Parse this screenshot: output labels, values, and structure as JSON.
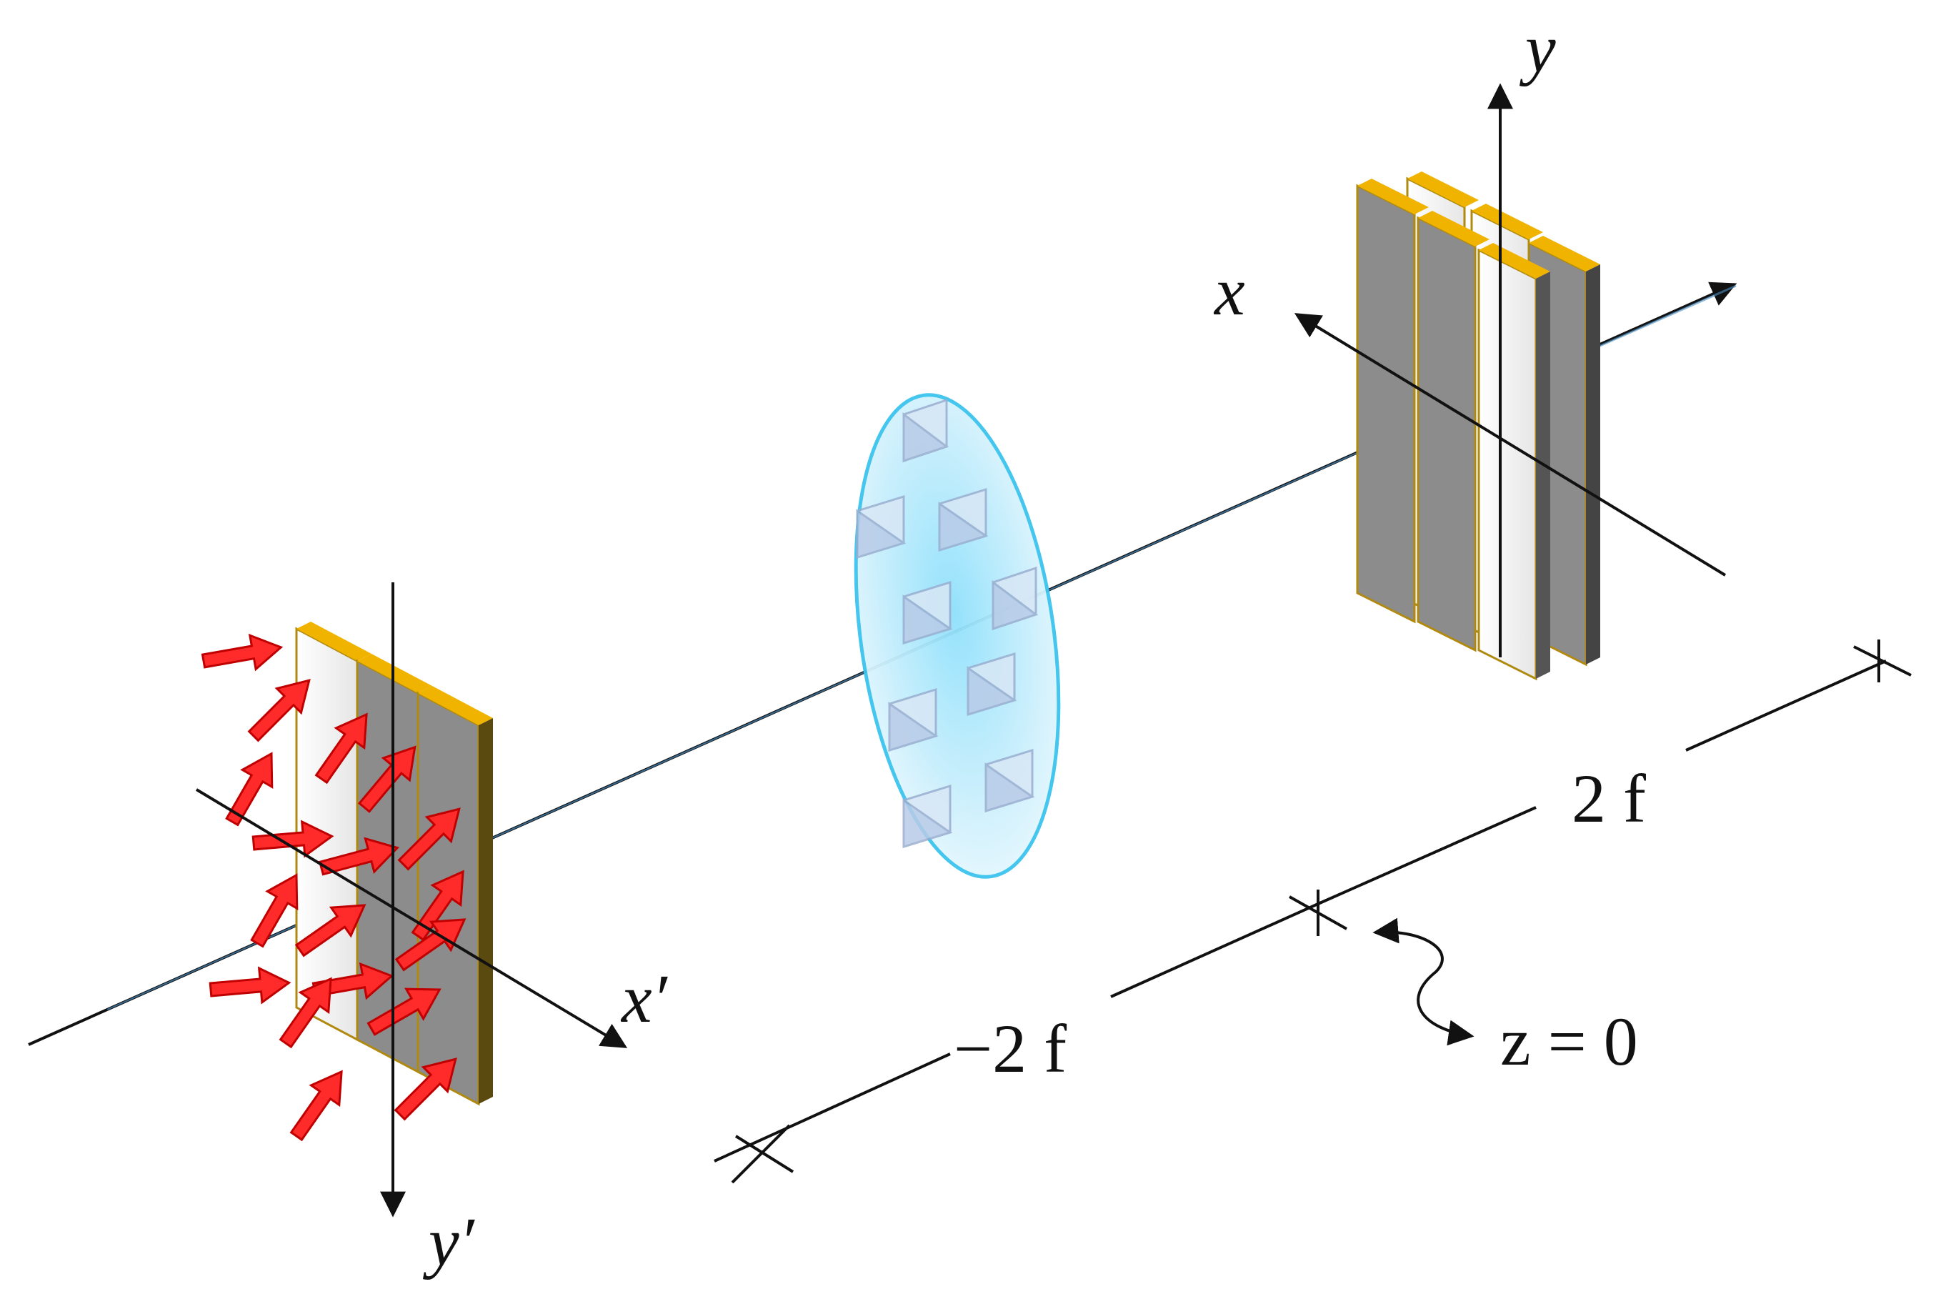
{
  "labels": {
    "y_axis": "y",
    "x_axis": "x",
    "x_prime_axis": "x′",
    "y_prime_axis": "y′",
    "plus_2f": "2 f",
    "minus_2f": "−2 f",
    "z_zero": "z = 0"
  },
  "colors": {
    "arrow_red": "#ff1a1a",
    "slit_gray": "#8c8c8c",
    "slit_gold": "#e0a800",
    "lens_blue": "#5ecbf0",
    "axis_black": "#111111"
  }
}
